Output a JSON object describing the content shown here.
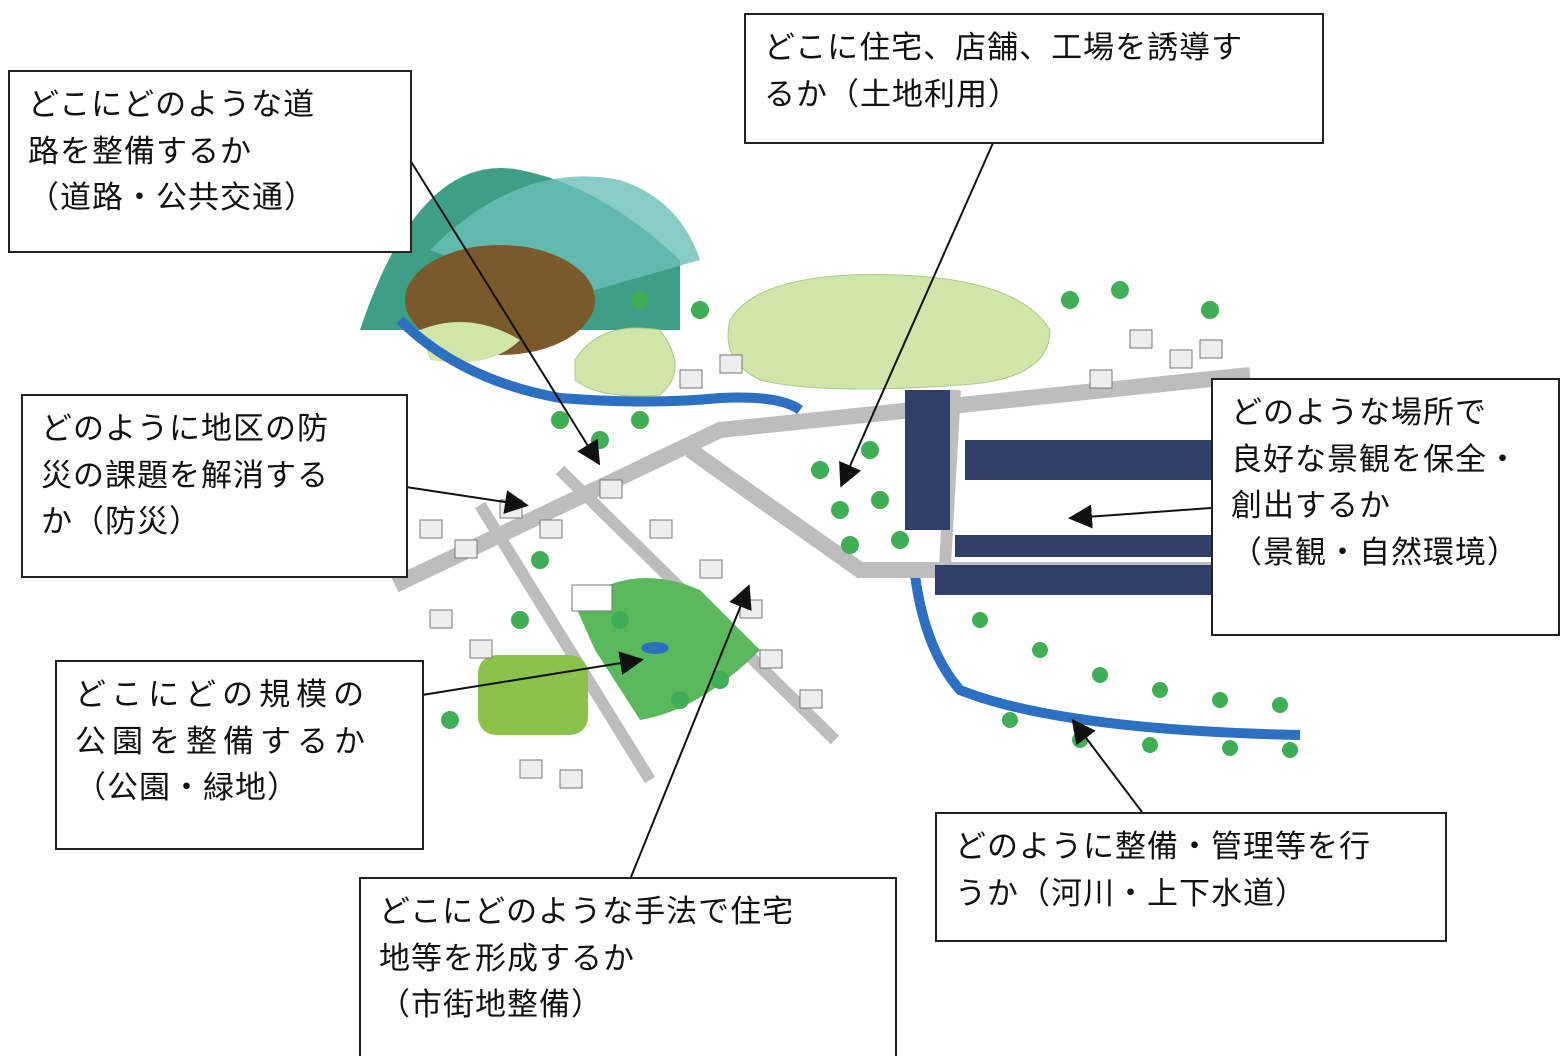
{
  "diagram": {
    "callouts": [
      {
        "id": "roads",
        "lines": [
          "どこにどのような道",
          "路を整備するか",
          "（道路・公共交通）"
        ]
      },
      {
        "id": "landuse",
        "lines": [
          "どこに住宅、店舗、工場を誘導す",
          "るか（土地利用）"
        ]
      },
      {
        "id": "disaster",
        "lines": [
          "どのように地区の防",
          "災の課題を解消する",
          "か（防災）"
        ]
      },
      {
        "id": "landscape",
        "lines": [
          "どのような場所で",
          "良好な景観を保全・",
          "創出するか",
          "（景観・自然環境）"
        ]
      },
      {
        "id": "parks",
        "lines": [
          "どこにどの規模の",
          "公園を整備するか",
          "（公園・緑地）"
        ]
      },
      {
        "id": "rivers",
        "lines": [
          "どのように整備・管理等を行",
          "うか（河川・上下水道）"
        ]
      },
      {
        "id": "urban",
        "lines": [
          "どこにどのような手法で住宅",
          "地等を形成するか",
          "（市街地整備）"
        ]
      }
    ],
    "colors": {
      "mountain": "#3e9f86",
      "field": "#cfe6a8",
      "tree": "#3fae55",
      "road": "#bdbdbd",
      "river": "#2d6fc0",
      "park": "#5cb85c",
      "house_roof": "#2f3f66",
      "line": "#111111"
    }
  }
}
